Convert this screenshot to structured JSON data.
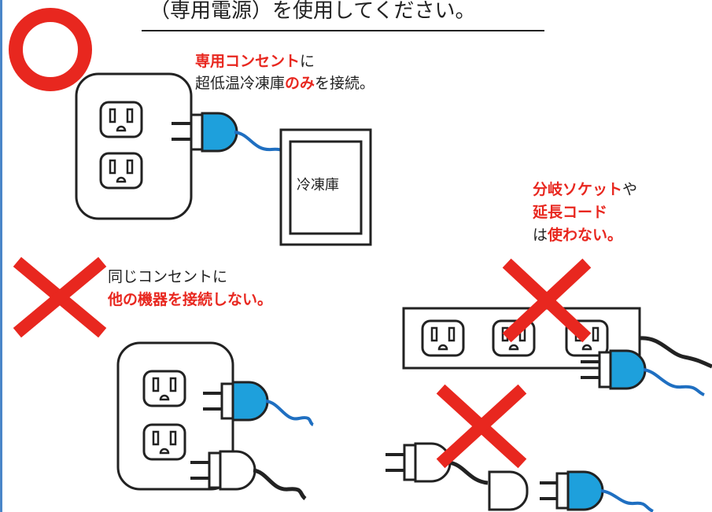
{
  "header": {
    "title": "（専用電源）を使用してください。"
  },
  "sections": {
    "ok": {
      "symbol": "circle-mark",
      "caption_red": "専用コンセント",
      "caption_tail": "に",
      "caption2_pre": "超低温冷凍庫",
      "caption2_red": "のみ",
      "caption2_post": "を接続。",
      "freezer_label": "冷凍庫"
    },
    "ng_same_outlet": {
      "symbol": "cross-mark",
      "line1": "同じコンセントに",
      "line2": "他の機器を接続しない。"
    },
    "ng_splitter": {
      "symbol": "cross-mark",
      "line1_red": "分岐ソケット",
      "line1_tail": "や",
      "line2_red": "延長コード",
      "line3_pre": "は",
      "line3_red": "使わない。"
    }
  },
  "colors": {
    "ok_symbol": "#e8271f",
    "ng_symbol": "#e8271f",
    "plug_blue": "#1ea0dc",
    "cord_blue": "#1f6fc1",
    "outline": "#222222",
    "emphasis": "#e8271f"
  }
}
